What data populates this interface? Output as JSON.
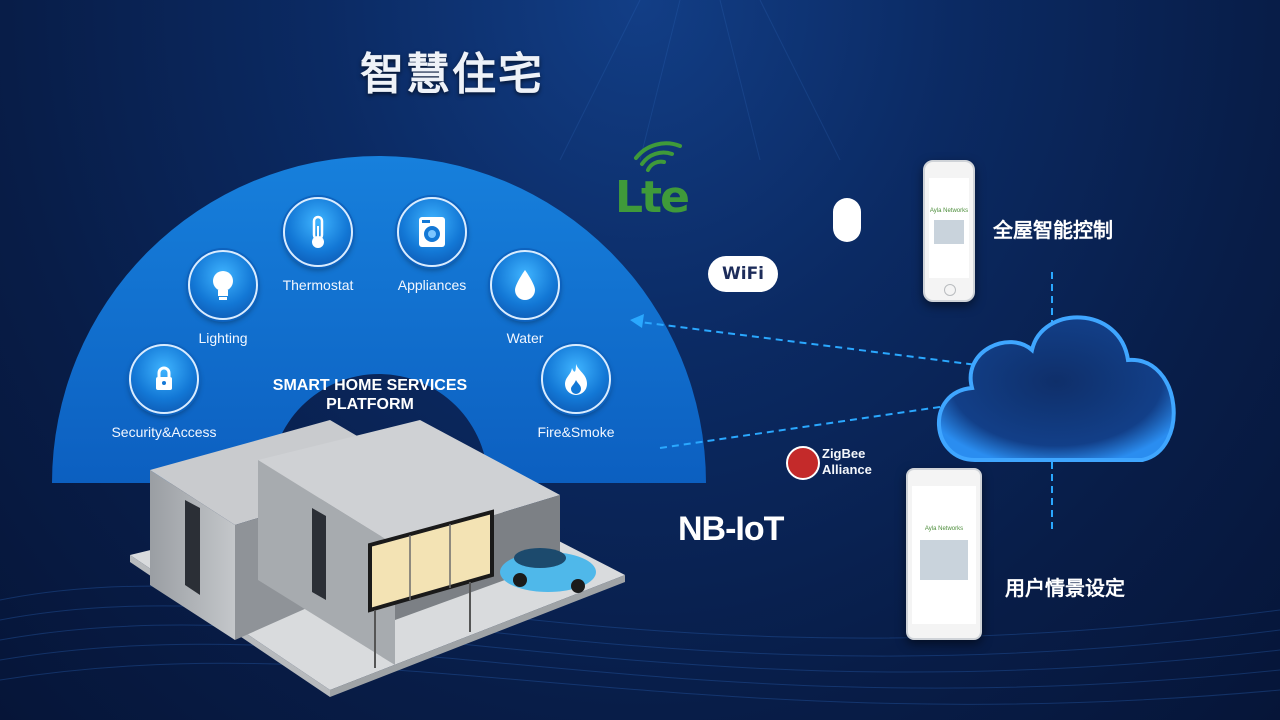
{
  "title": "智慧住宅",
  "platform": {
    "line1": "SMART HOME SERVICES",
    "line2": "PLATFORM"
  },
  "services": [
    {
      "label": "Security&Access",
      "icon": "lock-icon"
    },
    {
      "label": "Lighting",
      "icon": "lightbulb-icon"
    },
    {
      "label": "Thermostat",
      "icon": "thermometer-icon"
    },
    {
      "label": "Appliances",
      "icon": "washing-machine-icon"
    },
    {
      "label": "Water",
      "icon": "water-drop-icon"
    },
    {
      "label": "Fire&Smoke",
      "icon": "fire-icon"
    }
  ],
  "protocols": {
    "lte": "Lte",
    "wifi": "WiFi",
    "zigbee_line1": "ZigBee",
    "zigbee_line2": "Alliance",
    "nbiot": "NB-IoT"
  },
  "controls": {
    "whole_home": "全屋智能控制",
    "user_scene": "用户情景设定"
  },
  "device_brand": "Ayla Networks",
  "colors": {
    "background": "#0b2a63",
    "arc": "#1070d0",
    "accent": "#2aa8ff",
    "lte_green": "#3f9a3a",
    "zigbee_red": "#c42a2a"
  }
}
